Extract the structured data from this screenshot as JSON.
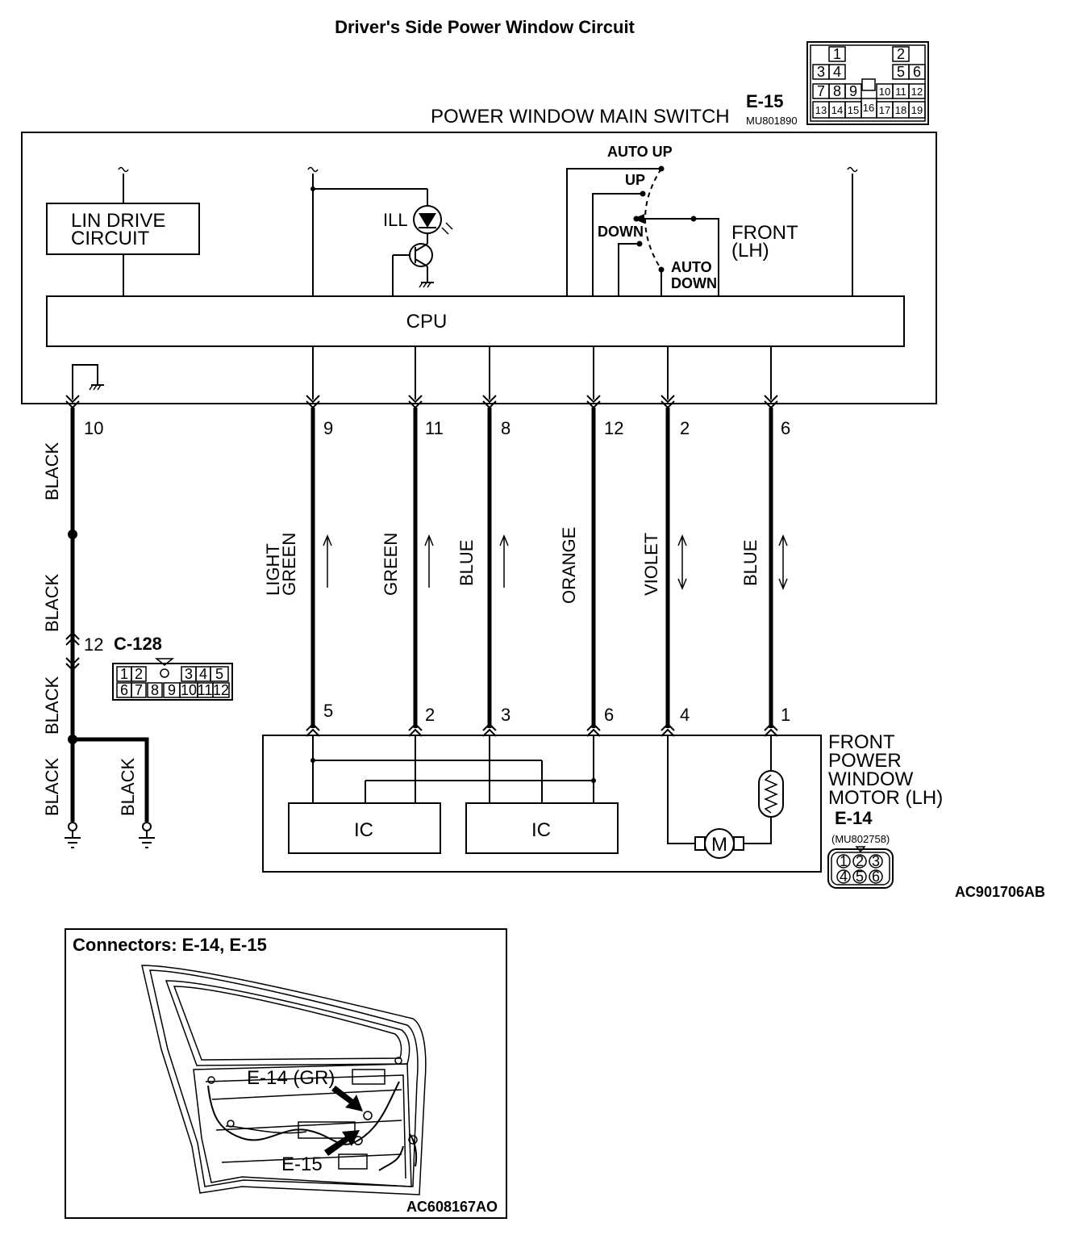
{
  "title": "Driver's Side Power Window Circuit",
  "main_switch": {
    "name": "POWER WINDOW MAIN SWITCH",
    "connector": "E-15",
    "part_no": "MU801890",
    "lin_block": [
      "LIN DRIVE",
      "CIRCUIT"
    ],
    "ill_label": "ILL",
    "cpu_label": "CPU",
    "switch_positions": [
      "AUTO UP",
      "UP",
      "DOWN",
      "AUTO",
      "DOWN"
    ],
    "switch_name": [
      "FRONT",
      "(LH)"
    ],
    "pins_top": [
      "10",
      "9",
      "11",
      "8",
      "12",
      "2",
      "6"
    ],
    "connector_grid": [
      [
        "",
        "1",
        "",
        "",
        "2",
        ""
      ],
      [
        "3",
        "4",
        "",
        "",
        "5",
        "6"
      ],
      [
        "7",
        "8",
        "9",
        "",
        "10",
        "11",
        "12"
      ],
      [
        "13",
        "14",
        "15",
        "16",
        "17",
        "18",
        "19"
      ]
    ]
  },
  "wires": {
    "ground_colors": [
      "BLACK",
      "BLACK",
      "BLACK",
      "BLACK",
      "BLACK",
      "BLACK"
    ],
    "signal_colors": [
      [
        "LIGHT",
        "GREEN"
      ],
      [
        "GREEN"
      ],
      [
        "BLUE"
      ],
      [
        "ORANGE"
      ],
      [
        "VIOLET"
      ],
      [
        "BLUE"
      ]
    ]
  },
  "c128": {
    "pin": "12",
    "connector": "C-128",
    "grid_top": [
      "1",
      "2",
      "",
      "3",
      "4",
      "5"
    ],
    "grid_bottom": [
      "6",
      "7",
      "8",
      "9",
      "10",
      "11",
      "12"
    ]
  },
  "motor": {
    "name": [
      "FRONT",
      "POWER",
      "WINDOW",
      "MOTOR (LH)"
    ],
    "connector": "E-14",
    "part_no": "(MU802758)",
    "pins_bottom": [
      "5",
      "2",
      "3",
      "6",
      "4",
      "1"
    ],
    "ic_labels": [
      "IC",
      "IC"
    ],
    "connector_top": [
      "1",
      "2",
      "3"
    ],
    "connector_bottom": [
      "4",
      "5",
      "6"
    ]
  },
  "fig_code_1": "AC901706AB",
  "inset": {
    "title": "Connectors: E-14, E-15",
    "callout_1": "E-14 (GR)",
    "callout_2": "E-15",
    "fig_code": "AC608167AO"
  }
}
